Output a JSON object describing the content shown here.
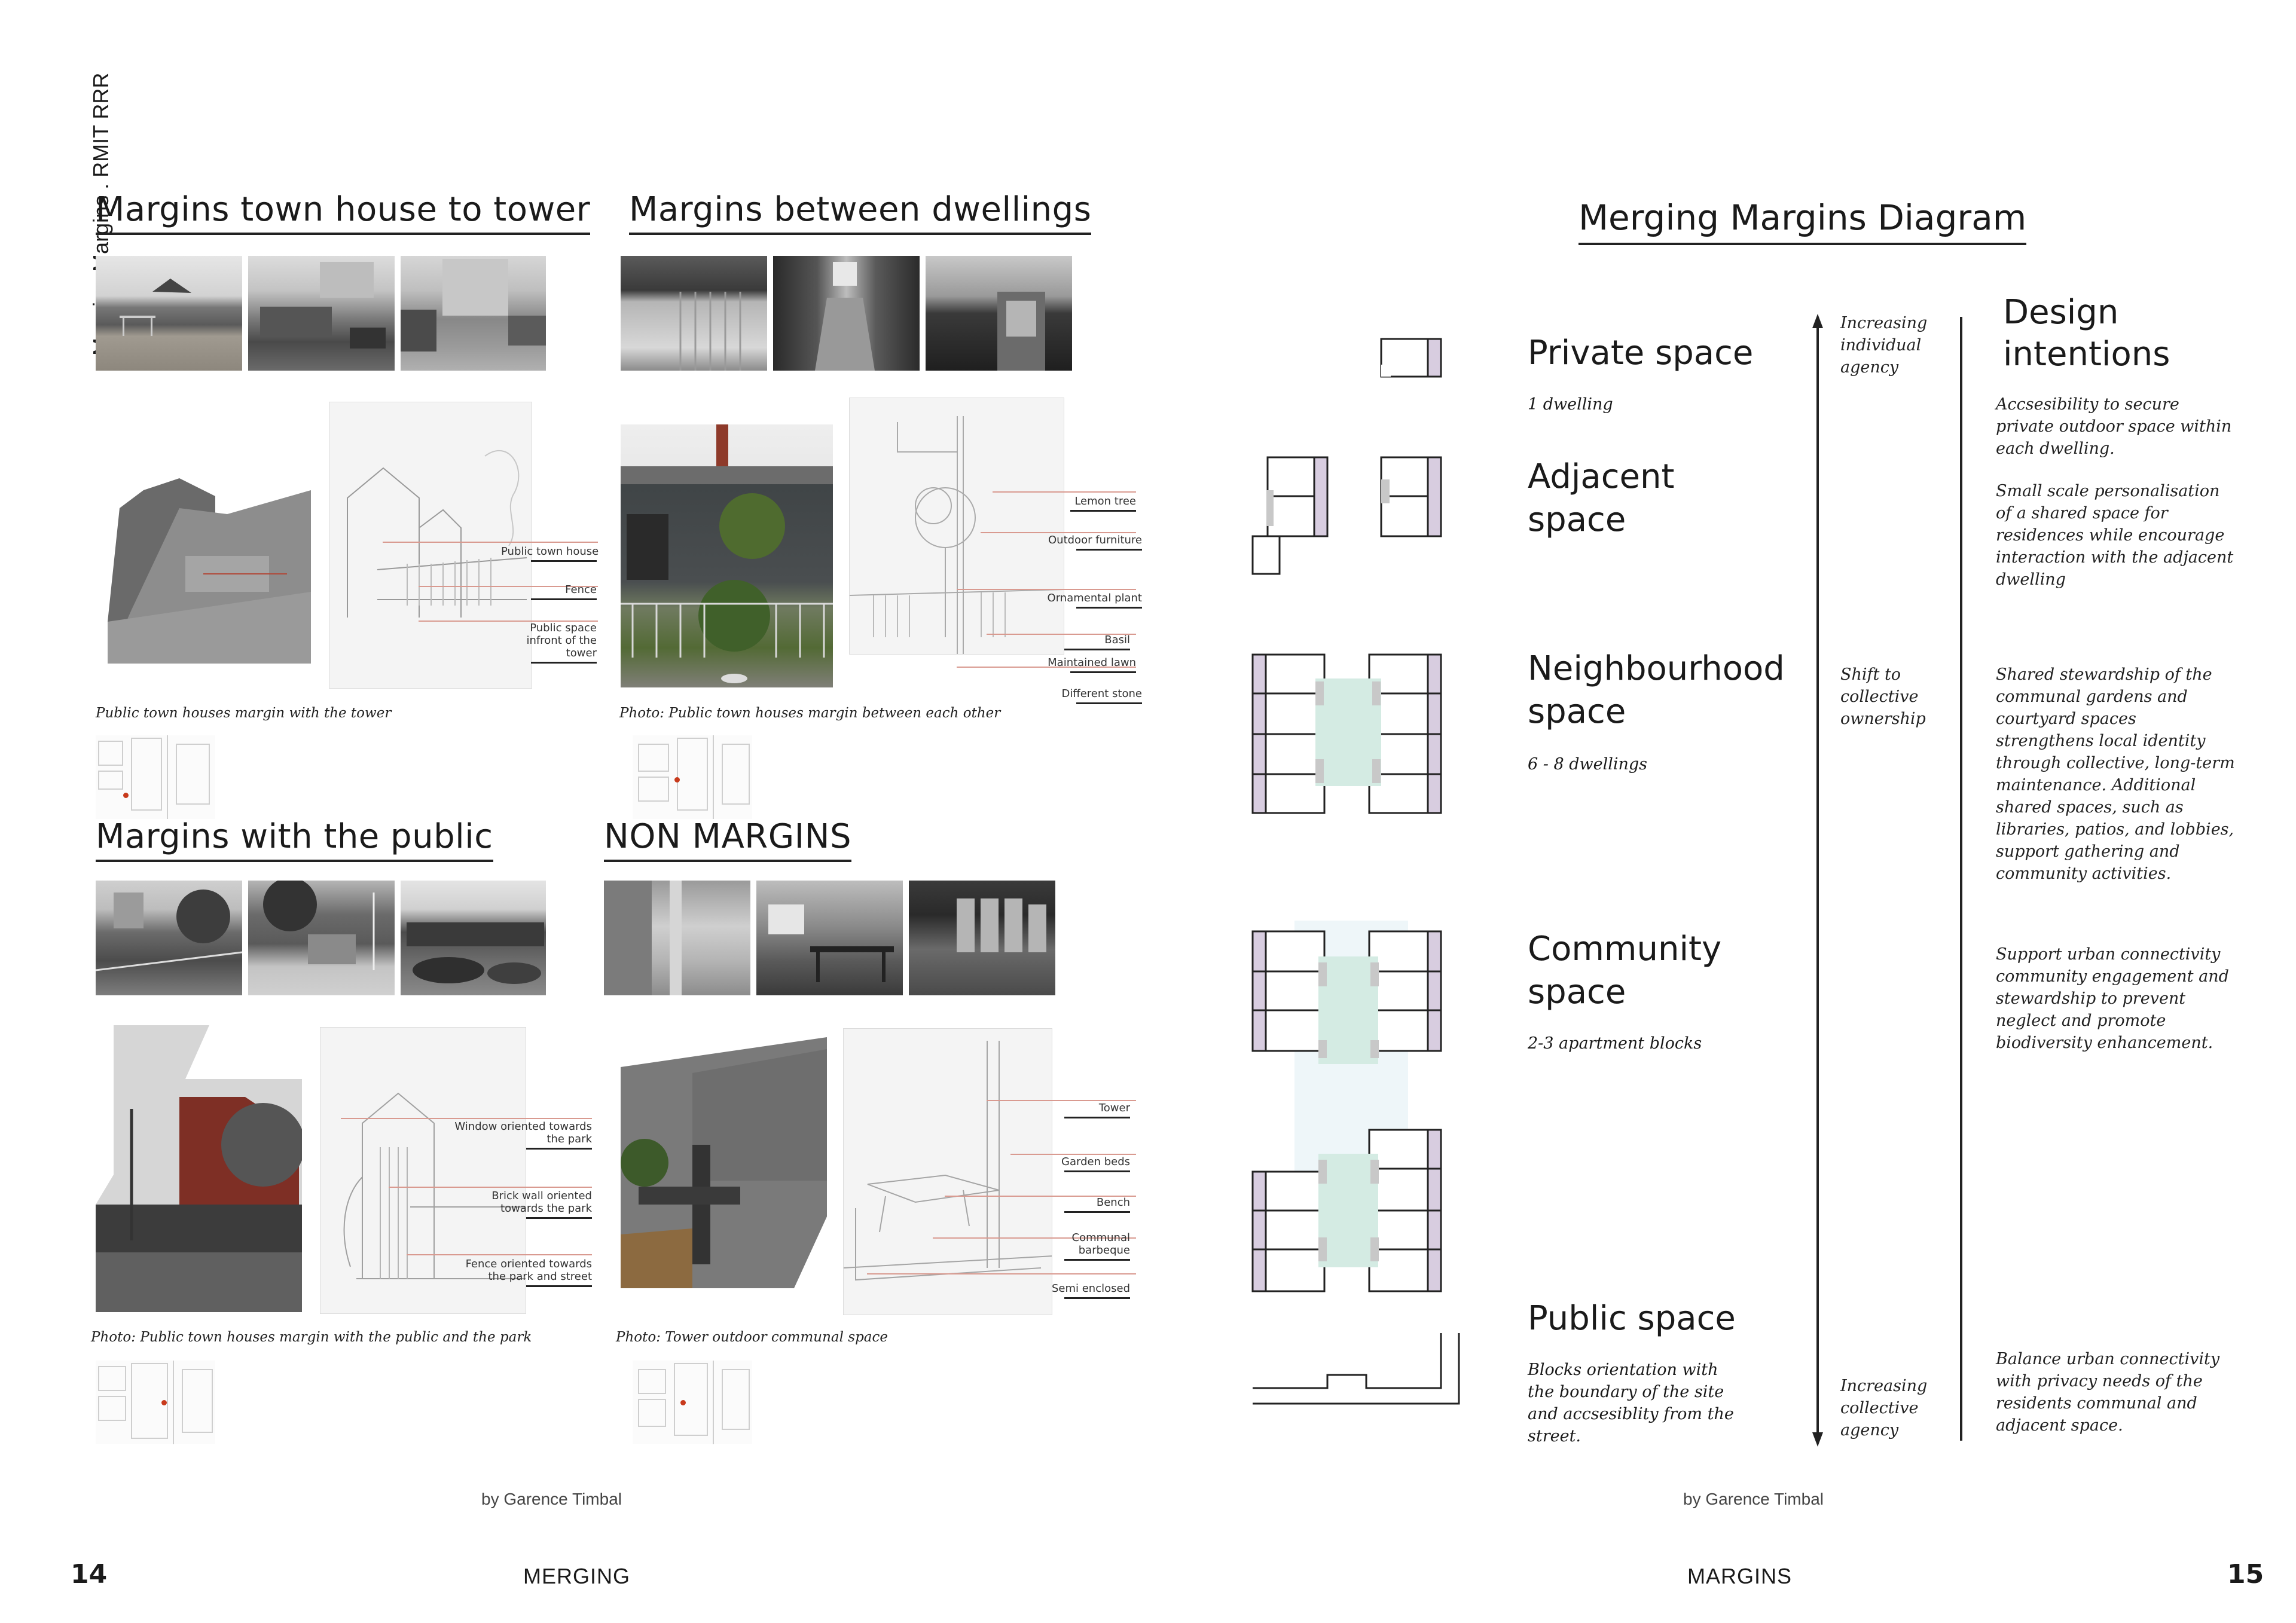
{
  "running_head": "Merging Margins . RMIT RRR",
  "left_page": {
    "sections": {
      "townhouse_tower": {
        "title": "Margins town house to tower",
        "caption": "Public town houses margin with the tower",
        "labels": [
          "Public town house",
          "Fence",
          "Public space infront of the tower"
        ]
      },
      "between_dwellings": {
        "title": "Margins between dwellings",
        "caption": "Photo: Public town houses margin between each other",
        "labels": [
          "Lemon tree",
          "Outdoor furniture",
          "Ornamental plant",
          "Basil",
          "Maintained lawn",
          "Different stone"
        ]
      },
      "with_public": {
        "title": "Margins with the public",
        "caption": "Photo: Public town houses margin with the public and the park",
        "labels": [
          "Window oriented towards the park",
          "Brick wall oriented towards the park",
          "Fence oriented towards the park and street"
        ]
      },
      "non_margins": {
        "title": "NON MARGINS",
        "caption": "Photo: Tower outdoor communal space",
        "labels": [
          "Tower",
          "Garden beds",
          "Bench",
          "Communal barbeque",
          "Semi enclosed"
        ]
      }
    },
    "byline": "by Garence Timbal",
    "footer": "MERGING",
    "page_number": "14"
  },
  "right_page": {
    "diagram_title": "Merging Margins Diagram",
    "intentions_heading": "Design intentions",
    "agency_top": "Increasing individual agency",
    "agency_mid": "Shift to collective ownership",
    "agency_bottom": "Increasing collective agency",
    "spaces": {
      "private": {
        "name": "Private space",
        "sub": "1 dwelling",
        "intent": "Accsesibility to secure private outdoor space within each dwelling."
      },
      "adjacent": {
        "name": "Adjacent space",
        "sub": "",
        "intent": "Small scale personalisation of a shared space for residences while encourage interaction with the adjacent dwelling"
      },
      "neighbourhood": {
        "name": "Neighbourhood space",
        "sub": "6 - 8 dwellings",
        "intent": "Shared stewardship of the communal gardens and courtyard spaces strengthens local identity through collective, long-term maintenance. Additional shared spaces, such as libraries, patios, and lobbies, support gathering and community activities."
      },
      "community": {
        "name": "Community space",
        "sub": "2-3 apartment blocks",
        "intent": "Support urban connectivity community engagement and stewardship to prevent neglect and promote biodiversity enhancement."
      },
      "public": {
        "name": "Public space",
        "sub": "Blocks orientation with the boundary of the site and accsesiblity from the street.",
        "intent": "Balance urban connectivity with privacy needs of the residents communal and adjacent space."
      }
    },
    "byline": "by Garence Timbal",
    "footer": "MARGINS",
    "page_number": "15"
  },
  "colors": {
    "purple": "#d8cde0",
    "mint": "#d4ebe3",
    "pale_blue": "#eef6f9",
    "grey_block": "#c8c8c8",
    "red_dot": "#c83a1c",
    "leader": "#d99a90"
  }
}
